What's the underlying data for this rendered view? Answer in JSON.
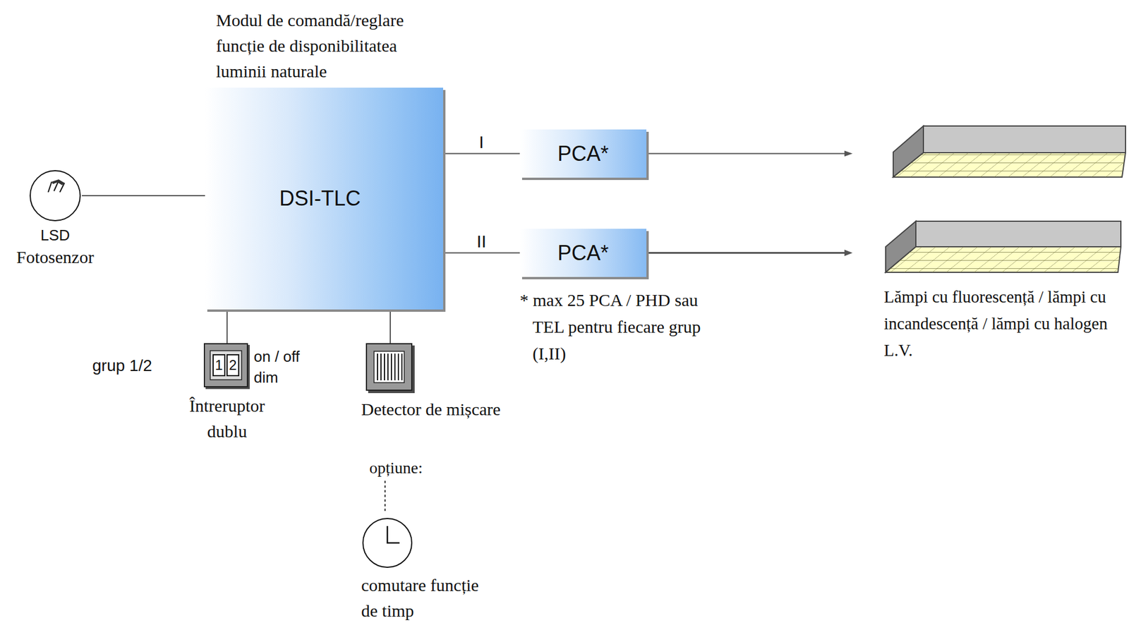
{
  "diagram": {
    "nodes": [
      {
        "text": [
          "Modul de comandă/reglare funcție de disponibilitatea luminii naturale",
          "DSI-TLC"
        ]
      },
      {
        "text": [
          "PCA*"
        ]
      },
      {
        "text": [
          "PCA*"
        ]
      },
      {
        "text": [
          "LSD",
          "Fotosenzor"
        ]
      },
      {
        "text": [
          "1",
          "2",
          "Întreruptor dublu"
        ]
      },
      {
        "text": [
          "Detector de mișcare"
        ]
      },
      {
        "text": [
          "comutare funcție de timp"
        ]
      }
    ],
    "edges": [
      {
        "from": 3,
        "to": 0,
        "arrow": "none"
      },
      {
        "from": 0,
        "to": 1,
        "label": "I",
        "arrow": "none"
      },
      {
        "from": 0,
        "to": 2,
        "label": "II",
        "arrow": "none"
      },
      {
        "from": 0,
        "to": 4,
        "arrow": "none"
      },
      {
        "from": 0,
        "to": 5,
        "arrow": "none"
      }
    ],
    "labels": [
      "grup 1/2",
      "on / off dim",
      "* max 25 PCA / PHD sau TEL pentru fiecare grup (I,II)",
      "Lămpi cu fluorescență / lămpi cu incandescență / lămpi cu halogen L.V.",
      "opțiune:"
    ]
  }
}
